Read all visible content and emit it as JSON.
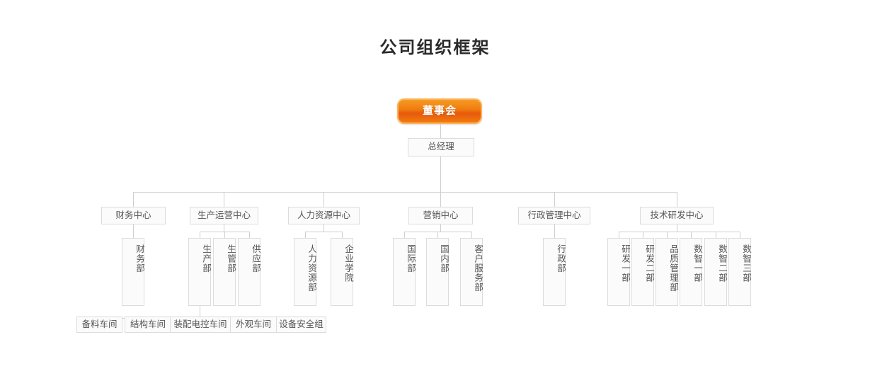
{
  "page": {
    "title": "公司组织框架",
    "line_color": "#cfcfcf",
    "box_border_color": "#dcdcdc",
    "box_fill_color": "#fbfbfb",
    "box_text_color": "#555555",
    "root_accent_color": "#f07c10",
    "root_border_color": "#ffb357",
    "root_text_color": "#ffffff",
    "background_color": "#ffffff"
  },
  "chart_data": {
    "type": "diagram",
    "title": "公司组织框架",
    "root": {
      "label": "董事会",
      "level": 0
    },
    "executive": {
      "label": "总经理",
      "level": 1
    },
    "centers": [
      {
        "label": "财务中心",
        "departments": [
          {
            "label": "财务部"
          }
        ]
      },
      {
        "label": "生产运营中心",
        "departments": [
          {
            "label": "生产部",
            "workshops": [
              "备料车间",
              "结构车间",
              "装配电控车间",
              "外观车间",
              "设备安全组"
            ]
          },
          {
            "label": "生管部"
          },
          {
            "label": "供应部"
          }
        ]
      },
      {
        "label": "人力资源中心",
        "departments": [
          {
            "label": "人力资源部"
          },
          {
            "label": "企业学院"
          }
        ]
      },
      {
        "label": "营销中心",
        "departments": [
          {
            "label": "国际部"
          },
          {
            "label": "国内部"
          },
          {
            "label": "客户服务部"
          }
        ]
      },
      {
        "label": "行政管理中心",
        "departments": [
          {
            "label": "行政部"
          }
        ]
      },
      {
        "label": "技术研发中心",
        "departments": [
          {
            "label": "研发一部"
          },
          {
            "label": "研发二部"
          },
          {
            "label": "品质管理部"
          },
          {
            "label": "数智一部"
          },
          {
            "label": "数智二部"
          },
          {
            "label": "数智三部"
          }
        ]
      }
    ]
  },
  "nodes": {
    "root": "董事会",
    "gm": "总经理",
    "c0": "财务中心",
    "c1": "生产运营中心",
    "c2": "人力资源中心",
    "c3": "营销中心",
    "c4": "行政管理中心",
    "c5": "技术研发中心",
    "d_finance": "财务部",
    "d_prod": "生产部",
    "d_prodmgmt": "生管部",
    "d_supply": "供应部",
    "d_hr": "人力资源部",
    "d_academy": "企业学院",
    "d_intl": "国际部",
    "d_domestic": "国内部",
    "d_service": "客户服务部",
    "d_admin": "行政部",
    "d_rd1": "研发一部",
    "d_rd2": "研发二部",
    "d_quality": "品质管理部",
    "d_di1": "数智一部",
    "d_di2": "数智二部",
    "d_di3": "数智三部",
    "w0": "备料车间",
    "w1": "结构车间",
    "w2": "装配电控车间",
    "w3": "外观车间",
    "w4": "设备安全组"
  }
}
